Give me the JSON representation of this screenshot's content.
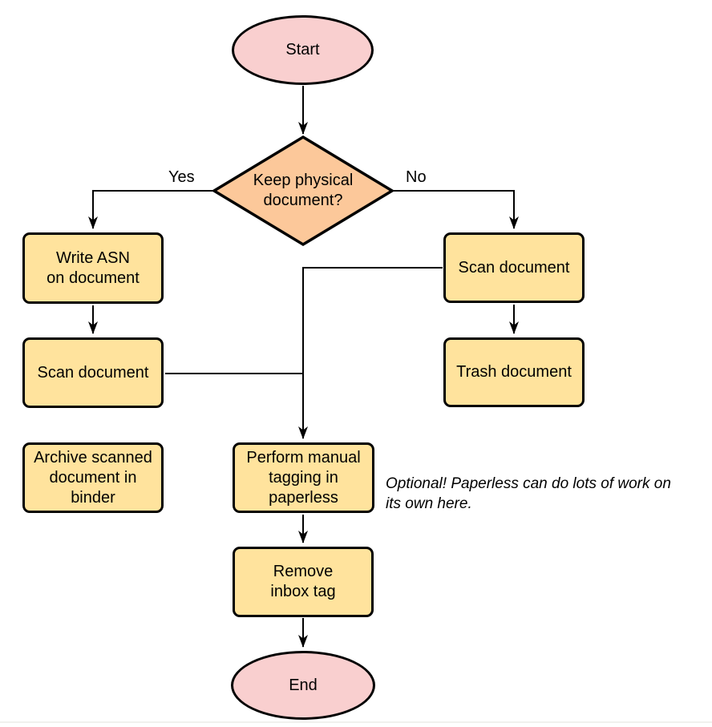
{
  "page": {
    "background": "#ffffff",
    "bottom_divider_color": "#f1f1ee"
  },
  "flowchart": {
    "nodes": {
      "start": {
        "label": "Start",
        "shape": "terminator"
      },
      "keep_physical": {
        "label": "Keep physical\ndocument?",
        "shape": "decision"
      },
      "write_asn": {
        "label": "Write ASN\non document",
        "shape": "process"
      },
      "scan_document_left": {
        "label": "Scan document",
        "shape": "process"
      },
      "archive_binder": {
        "label": "Archive scanned\ndocument in\nbinder",
        "shape": "process"
      },
      "scan_document_right": {
        "label": "Scan document",
        "shape": "process"
      },
      "trash_document": {
        "label": "Trash document",
        "shape": "process"
      },
      "manual_tagging": {
        "label": "Perform manual\ntagging in\npaperless",
        "shape": "process"
      },
      "remove_inbox_tag": {
        "label": "Remove\ninbox tag",
        "shape": "process"
      },
      "end": {
        "label": "End",
        "shape": "terminator"
      }
    },
    "edge_labels": {
      "yes": "Yes",
      "no": "No"
    },
    "annotation": "Optional! Paperless can do lots of work on\nits own here.",
    "colors": {
      "terminator_fill": "#f9cfcf",
      "decision_fill": "#fcc89a",
      "process_fill": "#ffe39d",
      "stroke": "#000000"
    }
  }
}
